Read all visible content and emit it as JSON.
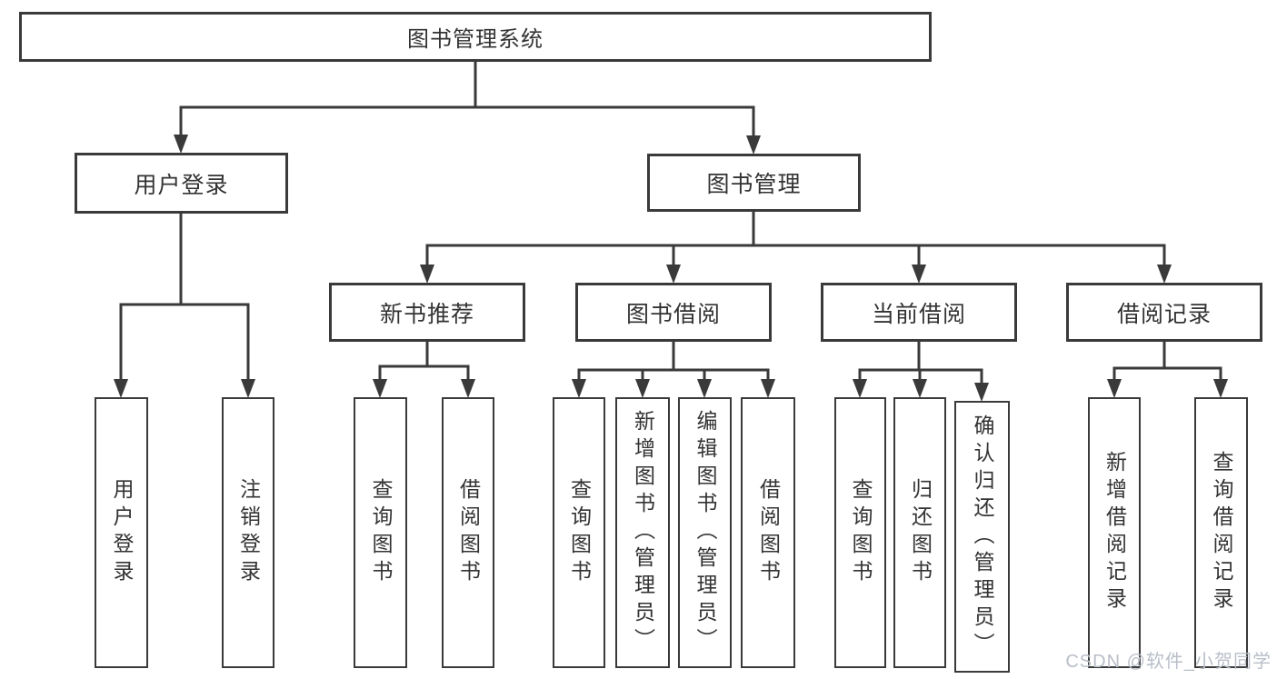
{
  "diagram": {
    "type": "hierarchy-tree",
    "root": {
      "label": "图书管理系统"
    },
    "level2": [
      {
        "id": "user-login",
        "label": "用户登录",
        "parent": "root"
      },
      {
        "id": "book-management",
        "label": "图书管理",
        "parent": "root"
      }
    ],
    "level3": [
      {
        "id": "new-book-recommend",
        "label": "新书推荐",
        "parent": "book-management"
      },
      {
        "id": "book-borrow",
        "label": "图书借阅",
        "parent": "book-management"
      },
      {
        "id": "current-borrow",
        "label": "当前借阅",
        "parent": "book-management"
      },
      {
        "id": "borrow-records",
        "label": "借阅记录",
        "parent": "book-management"
      }
    ],
    "leaves": [
      {
        "id": "leaf-user-login",
        "label": "用户登录",
        "parent": "user-login"
      },
      {
        "id": "leaf-logout",
        "label": "注销登录",
        "parent": "user-login"
      },
      {
        "id": "leaf-nb-query-book",
        "label": "查询图书",
        "parent": "new-book-recommend"
      },
      {
        "id": "leaf-nb-borrow-book",
        "label": "借阅图书",
        "parent": "new-book-recommend"
      },
      {
        "id": "leaf-bb-query-book",
        "label": "查询图书",
        "parent": "book-borrow"
      },
      {
        "id": "leaf-bb-add-book-admin",
        "label": "新增图书（管理员）",
        "parent": "book-borrow"
      },
      {
        "id": "leaf-bb-edit-book-admin",
        "label": "编辑图书（管理员）",
        "parent": "book-borrow"
      },
      {
        "id": "leaf-bb-borrow-book",
        "label": "借阅图书",
        "parent": "book-borrow"
      },
      {
        "id": "leaf-cb-query-book",
        "label": "查询图书",
        "parent": "current-borrow"
      },
      {
        "id": "leaf-cb-return-book",
        "label": "归还图书",
        "parent": "current-borrow"
      },
      {
        "id": "leaf-cb-confirm-return-admin",
        "label": "确认归还（管理员）",
        "parent": "current-borrow"
      },
      {
        "id": "leaf-br-add-record",
        "label": "新增借阅记录",
        "parent": "borrow-records"
      },
      {
        "id": "leaf-br-query-record",
        "label": "查询借阅记录",
        "parent": "borrow-records"
      }
    ],
    "watermark": {
      "text": "CSDN @软件_小贺同学"
    },
    "colors": {
      "line": "#3a3a3a",
      "text": "#333333",
      "watermark": "#b9bec8",
      "background": "#ffffff"
    }
  }
}
